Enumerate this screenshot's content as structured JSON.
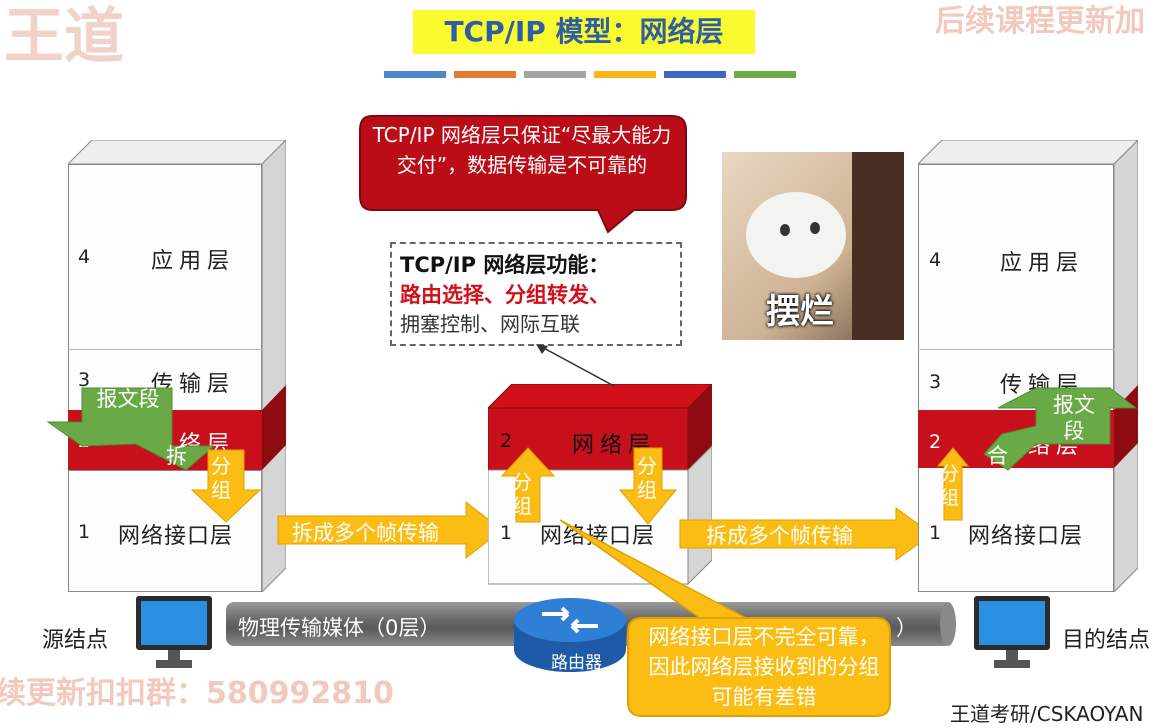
{
  "title": "TCP/IP 模型：网络层",
  "watermarks": {
    "top_left": "王道",
    "top_right": "后续课程更新加",
    "bottom_left": "续更新扣扣群：580992810",
    "bottom_right": "王道考研/CSKAOYAN"
  },
  "accent_bars": [
    "#4a86c8",
    "#e67a33",
    "#a5a5a5",
    "#f7b51b",
    "#4066bd",
    "#6aac46"
  ],
  "left_stack": {
    "layers": [
      {
        "num": "4",
        "name": "应用层"
      },
      {
        "num": "3",
        "name": "传输层"
      },
      {
        "num": "2",
        "name": "网络层"
      },
      {
        "num": "1",
        "name": "网络接口层"
      }
    ],
    "green_arrow": "报文段",
    "split_label": "拆",
    "down_arrow": "分组"
  },
  "router_stack": {
    "layers": [
      {
        "num": "2",
        "name": "网络层"
      },
      {
        "num": "1",
        "name": "网络接口层"
      }
    ],
    "up_arrow": "分组",
    "down_arrow": "分组"
  },
  "right_stack": {
    "layers": [
      {
        "num": "4",
        "name": "应用层"
      },
      {
        "num": "3",
        "name": "传输层"
      },
      {
        "num": "2",
        "name": "网络层"
      },
      {
        "num": "1",
        "name": "网络接口层"
      }
    ],
    "green_arrow": "报文段",
    "merge_label": "合",
    "up_arrow": "分组"
  },
  "frame_arrows": {
    "left": "拆成多个帧传输",
    "right": "拆成多个帧传输"
  },
  "callout_red": "TCP/IP 网络层只保证“尽最大能力交付”，数据传输是不可靠的",
  "function_box": {
    "heading": "TCP/IP 网络层功能：",
    "key": "路由选择、分组转发、",
    "rest": "拥塞控制、网际互联"
  },
  "meme_text": "摆烂",
  "pipe": {
    "left": "物理传输媒体（0层）",
    "right_fragment": "）"
  },
  "router_label": "路由器",
  "source_label": "源结点",
  "dest_label": "目的结点",
  "callout_yellow": "网络接口层不完全可靠，因此网络层接收到的分组可能有差错"
}
